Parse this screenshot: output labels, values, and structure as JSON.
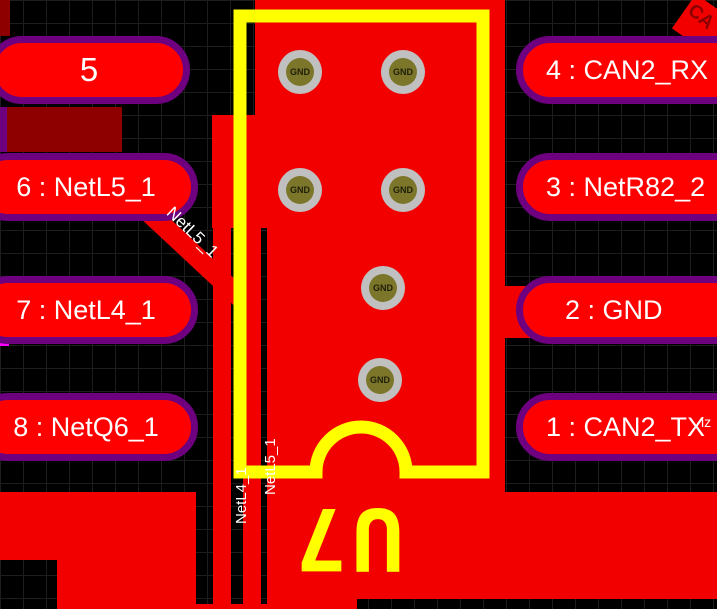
{
  "component": {
    "refdes": "U7"
  },
  "pads_left": [
    {
      "label": "5"
    },
    {
      "label": "6 : NetL5_1"
    },
    {
      "label": "7 : NetL4_1"
    },
    {
      "label": "8 : NetQ6_1"
    }
  ],
  "pads_right": [
    {
      "label": "4 : CAN2_RX"
    },
    {
      "label": "3 : NetR82_2"
    },
    {
      "label": "2 : GND"
    },
    {
      "label": "1 : CAN2_TX"
    }
  ],
  "vias": [
    {
      "label": "GND"
    },
    {
      "label": "GND"
    },
    {
      "label": "GND"
    },
    {
      "label": "GND"
    },
    {
      "label": "GND"
    },
    {
      "label": "GND"
    }
  ],
  "net_labels": {
    "diagonal": "NetL5_1",
    "vertical_left": "NetL4_1",
    "vertical_right": "NetL5_1",
    "corner_top_right": "CA",
    "right_edge": "iz"
  },
  "colors": {
    "pour_red": "#f20000",
    "pad_red": "#ff0000",
    "pad_outline": "#6e0080",
    "silkscreen": "#ffff00",
    "dark_red": "#8e0000",
    "via_ring": "#c0c0c0",
    "via_hole": "#7c762a",
    "magenta": "#ff00ff",
    "background": "#000000",
    "grid_line": "#1d1d1d"
  }
}
